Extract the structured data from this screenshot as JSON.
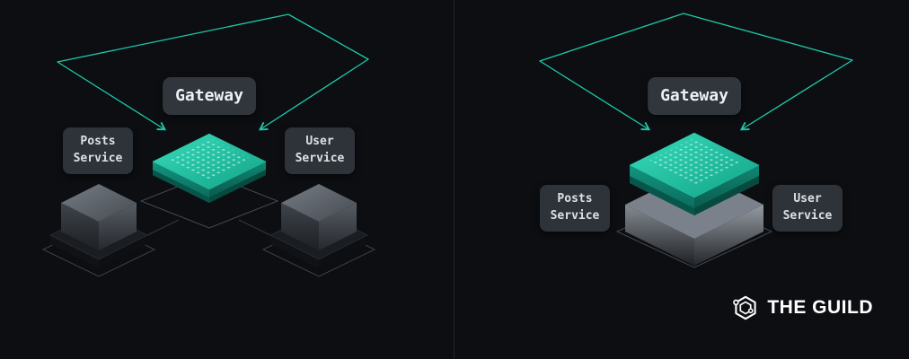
{
  "colors": {
    "background": "#0c0e11",
    "accent_teal": "#1ec9ab",
    "chip_top_teal": "#1fc4a6",
    "label_bg": "#2e333a",
    "label_text": "#dde1e4",
    "wireframe_gray": "#454a51",
    "logo_text_color": "#ffffff"
  },
  "left_diagram": {
    "gateway_label": "Gateway",
    "posts_label": "Posts Service",
    "user_label": "User Service"
  },
  "right_diagram": {
    "gateway_label": "Gateway",
    "posts_label": "Posts Service",
    "user_label": "User Service"
  },
  "branding": {
    "logo_text": "THE GUILD",
    "logo_icon": "nested-hexagons"
  }
}
